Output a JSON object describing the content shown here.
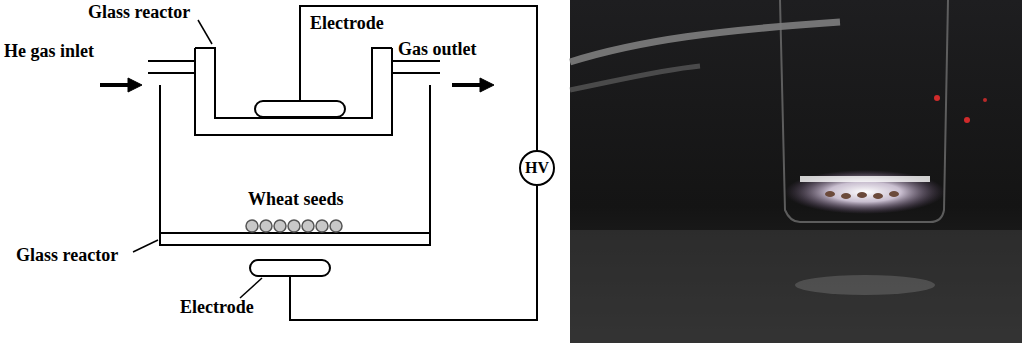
{
  "diagram": {
    "nodes": [
      {
        "text": [
          "HV"
        ]
      }
    ],
    "labels": [
      "Glass reactor",
      "Electrode",
      "He gas inlet",
      "Gas outlet",
      "Wheat seeds",
      "Glass reactor",
      "Electrode"
    ]
  }
}
